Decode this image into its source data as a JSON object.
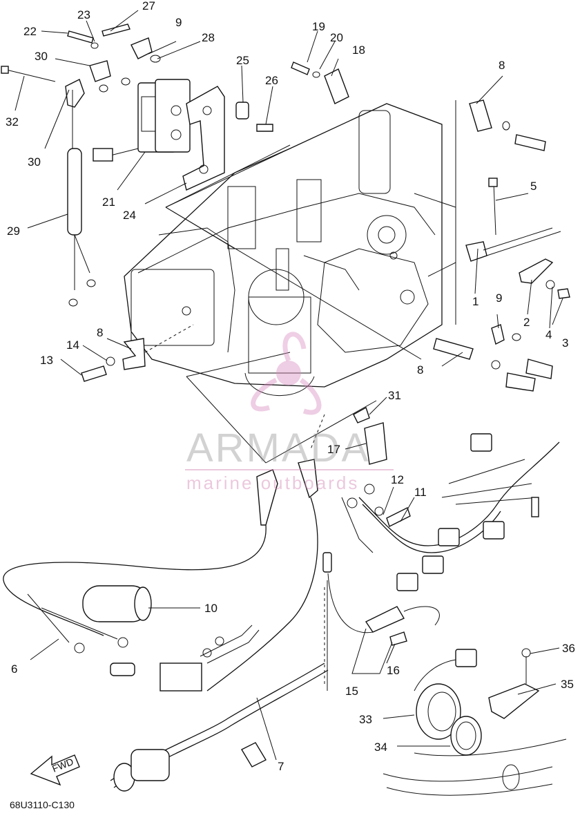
{
  "callouts": [
    "1",
    "2",
    "3",
    "4",
    "5",
    "6",
    "7",
    "8",
    "8",
    "8",
    "9",
    "9",
    "10",
    "11",
    "12",
    "13",
    "14",
    "15",
    "16",
    "17",
    "18",
    "19",
    "20",
    "21",
    "22",
    "23",
    "24",
    "25",
    "26",
    "27",
    "28",
    "29",
    "30",
    "30",
    "31",
    "32",
    "33",
    "34",
    "35",
    "36"
  ],
  "diagram_code": "68U3110-C130",
  "fwd_label": "FWD",
  "watermark": {
    "brand": "ARMADA",
    "tagline": "marine outboards",
    "color_logo": "#d98cc0",
    "color_text": "#8a8a8a"
  }
}
